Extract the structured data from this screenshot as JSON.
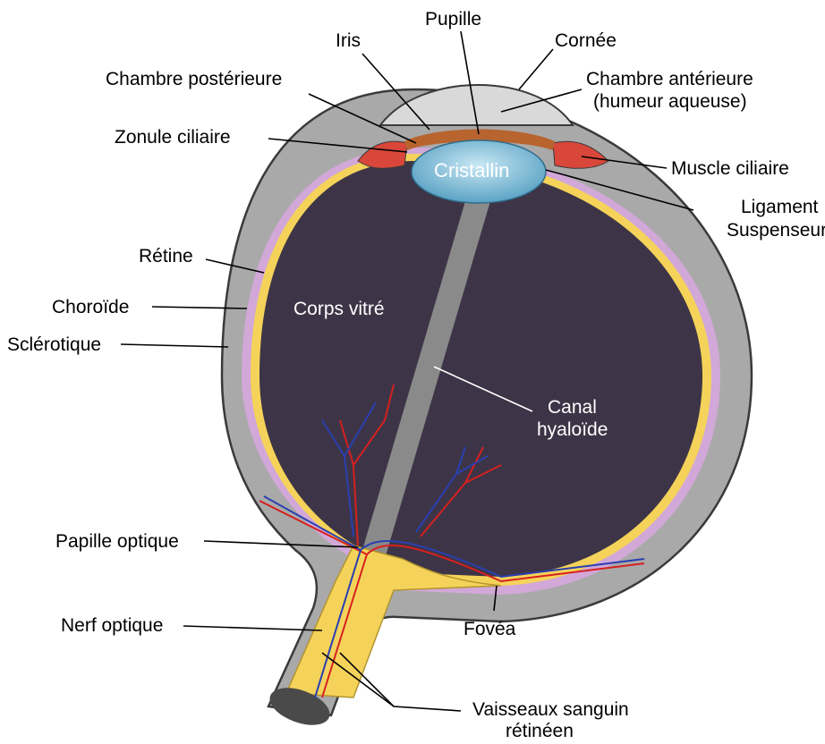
{
  "labels": {
    "pupille": "Pupille",
    "iris": "Iris",
    "cornee": "Cornée",
    "chambre_posterieure": "Chambre postérieure",
    "chambre_anterieure_1": "Chambre antérieure",
    "chambre_anterieure_2": "(humeur aqueuse)",
    "zonule_ciliaire": "Zonule ciliaire",
    "muscle_ciliaire": "Muscle ciliaire",
    "ligament_1": "Ligament",
    "ligament_2": "Suspenseur",
    "cristallin": "Cristallin",
    "retine": "Rétine",
    "choroide": "Choroïde",
    "sclerotique": "Sclérotique",
    "corps_vitre": "Corps vitré",
    "canal_1": "Canal",
    "canal_2": "hyaloïde",
    "papille_optique": "Papille optique",
    "nerf_optique": "Nerf optique",
    "fovea": "Fovéa",
    "vaisseaux_1": "Vaisseaux sanguin",
    "vaisseaux_2": "rétinéen"
  },
  "colors": {
    "sclera": "#a9a9a9",
    "sclera_edge": "#3a3a3a",
    "choroid": "#d2a8d8",
    "retina": "#f5d35a",
    "vitreous": "#3d3547",
    "lens": "#8fc4dc",
    "iris": "#b8642f",
    "ciliary_muscle": "#d8473a",
    "cornea": "#d9d9d9",
    "artery": "#d62020",
    "vein": "#2a3fb0"
  }
}
